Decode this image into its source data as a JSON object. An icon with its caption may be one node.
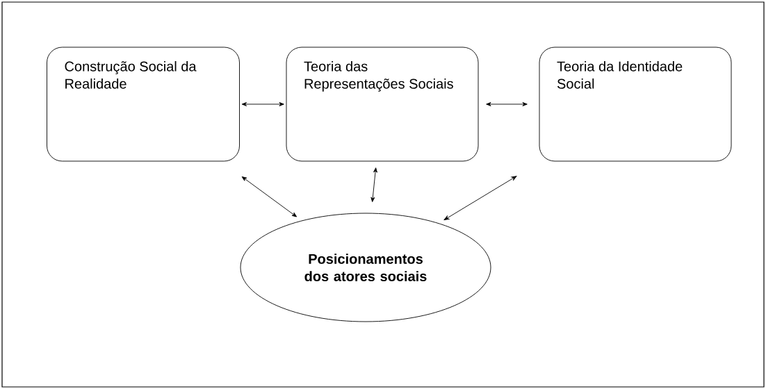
{
  "diagram": {
    "nodes": [
      {
        "text": [
          "Construção Social da Realidade"
        ]
      },
      {
        "text": [
          "Teoria das Representações Sociais"
        ]
      },
      {
        "text": [
          "Teoria da Identidade Social"
        ]
      },
      {
        "text": [
          "Posicionamentos dos atores sociais"
        ]
      }
    ],
    "edges": [
      {
        "from": 0,
        "to": 1,
        "arrow": "both"
      },
      {
        "from": 1,
        "to": 2,
        "arrow": "both"
      },
      {
        "from": 0,
        "to": 3,
        "arrow": "both"
      },
      {
        "from": 1,
        "to": 3,
        "arrow": "both"
      },
      {
        "from": 2,
        "to": 3,
        "arrow": "both"
      }
    ]
  }
}
